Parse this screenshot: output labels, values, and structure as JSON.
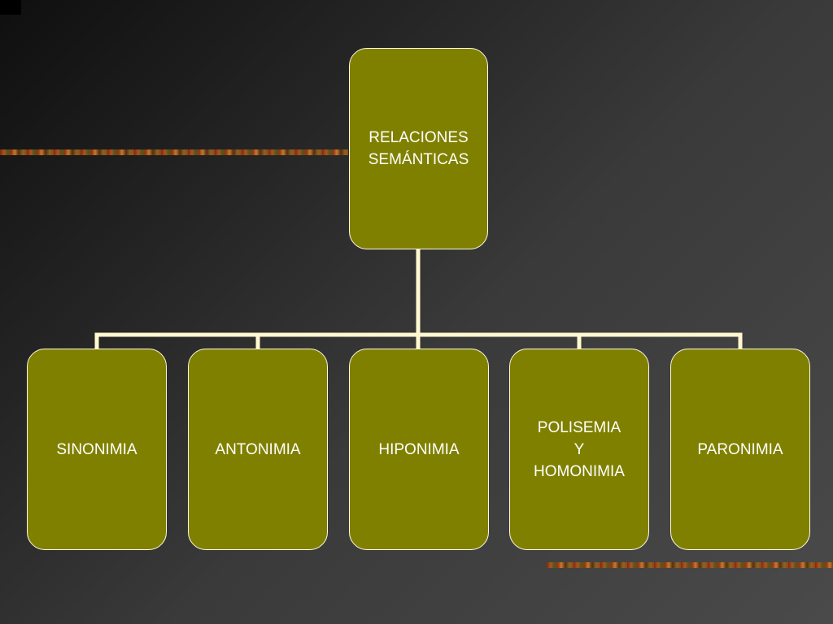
{
  "diagram": {
    "root": {
      "label": "RELACIONES\nSEMÁNTICAS"
    },
    "children": [
      {
        "label": "SINONIMIA"
      },
      {
        "label": "ANTONIMIA"
      },
      {
        "label": "HIPONIMIA"
      },
      {
        "label": "POLISEMIA\nY\nHOMONIMIA"
      },
      {
        "label": "PARONIMIA"
      }
    ]
  },
  "colors": {
    "node_fill": "#808000",
    "node_border": "#fffbe0",
    "connector": "#fff8d0",
    "text": "#ffffff"
  }
}
